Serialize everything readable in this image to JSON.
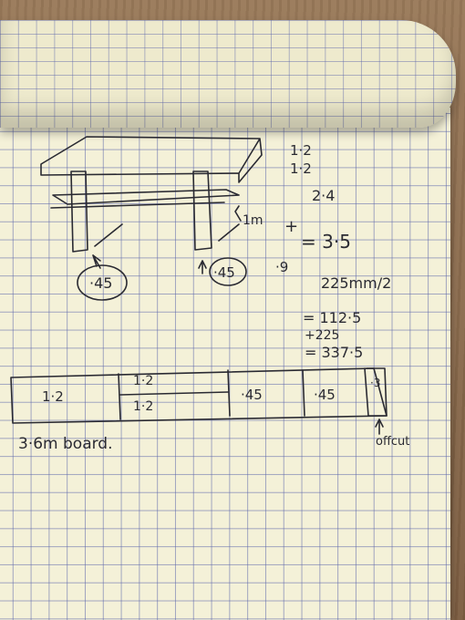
{
  "scene": {
    "description_colors": {
      "paper": "#f4f1d8",
      "grid": "#5a64aa",
      "ink": "#2a2a32",
      "desk": "#8a6a4c"
    }
  },
  "sketch_labels": {
    "leg_front_left": "·45",
    "leg_front_right": "·45",
    "height": "1m",
    "depth": "·9"
  },
  "calculations": {
    "line1": "1·2",
    "line2": "1·2",
    "line3": "2·4",
    "plus": "+",
    "line4": "= 3·5",
    "line5": "225mm/2",
    "line6": "= 112·5",
    "line7": "+225",
    "line8": "= 337·5"
  },
  "board": {
    "segments": [
      "1·2",
      "1·2",
      "1·2",
      "·45",
      "·45",
      "·3"
    ],
    "caption": "3·6m board.",
    "offcut_label": "offcut"
  }
}
